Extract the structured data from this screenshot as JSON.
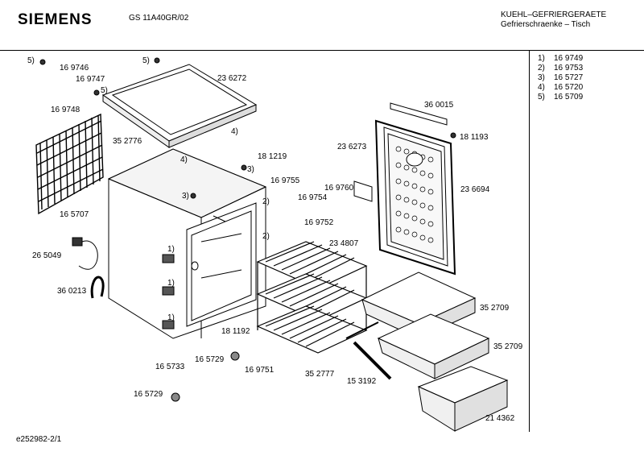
{
  "header": {
    "brand": "SIEMENS",
    "model": "GS 11A40GR/02",
    "category_line1": "KUEHL–GEFRIERGERAETE",
    "category_line2": "Gefrierschraenke – Tisch"
  },
  "legend": [
    {
      "key": "1)",
      "part": "16 9749"
    },
    {
      "key": "2)",
      "part": "16 9753"
    },
    {
      "key": "3)",
      "part": "16 5727"
    },
    {
      "key": "4)",
      "part": "16 5720"
    },
    {
      "key": "5)",
      "part": "16 5709"
    }
  ],
  "labels": {
    "p5a": "5)",
    "p169746": "16 9746",
    "p169747": "16 9747",
    "p5b": "5)",
    "p169748": "16 9748",
    "p5c": "5)",
    "p236272": "23 6272",
    "p352776": "35 2776",
    "p4a": "4)",
    "p4b": "4)",
    "p181219": "18 1219",
    "p3a": "3)",
    "p3b": "3)",
    "p169755": "16 9755",
    "p169754": "16 9754",
    "p169760": "16 9760",
    "p360015": "36 0015",
    "p181193": "18 1193",
    "p236273": "23 6273",
    "p236694": "23 6694",
    "p165707": "16 5707",
    "p2a": "2)",
    "p2b": "2)",
    "p169752": "16 9752",
    "p234807": "23 4807",
    "p265049": "26 5049",
    "p1a": "1)",
    "p1b": "1)",
    "p1c": "1)",
    "p360213": "36 0213",
    "p352709a": "35 2709",
    "p352709b": "35 2709",
    "p181192": "18 1192",
    "p165729a": "16 5729",
    "p169751": "16 9751",
    "p352777": "35 2777",
    "p153192": "15 3192",
    "p165733": "16 5733",
    "p165729b": "16 5729",
    "p214362": "21 4362"
  },
  "footer": {
    "doc_id": "e252982-2/1"
  }
}
